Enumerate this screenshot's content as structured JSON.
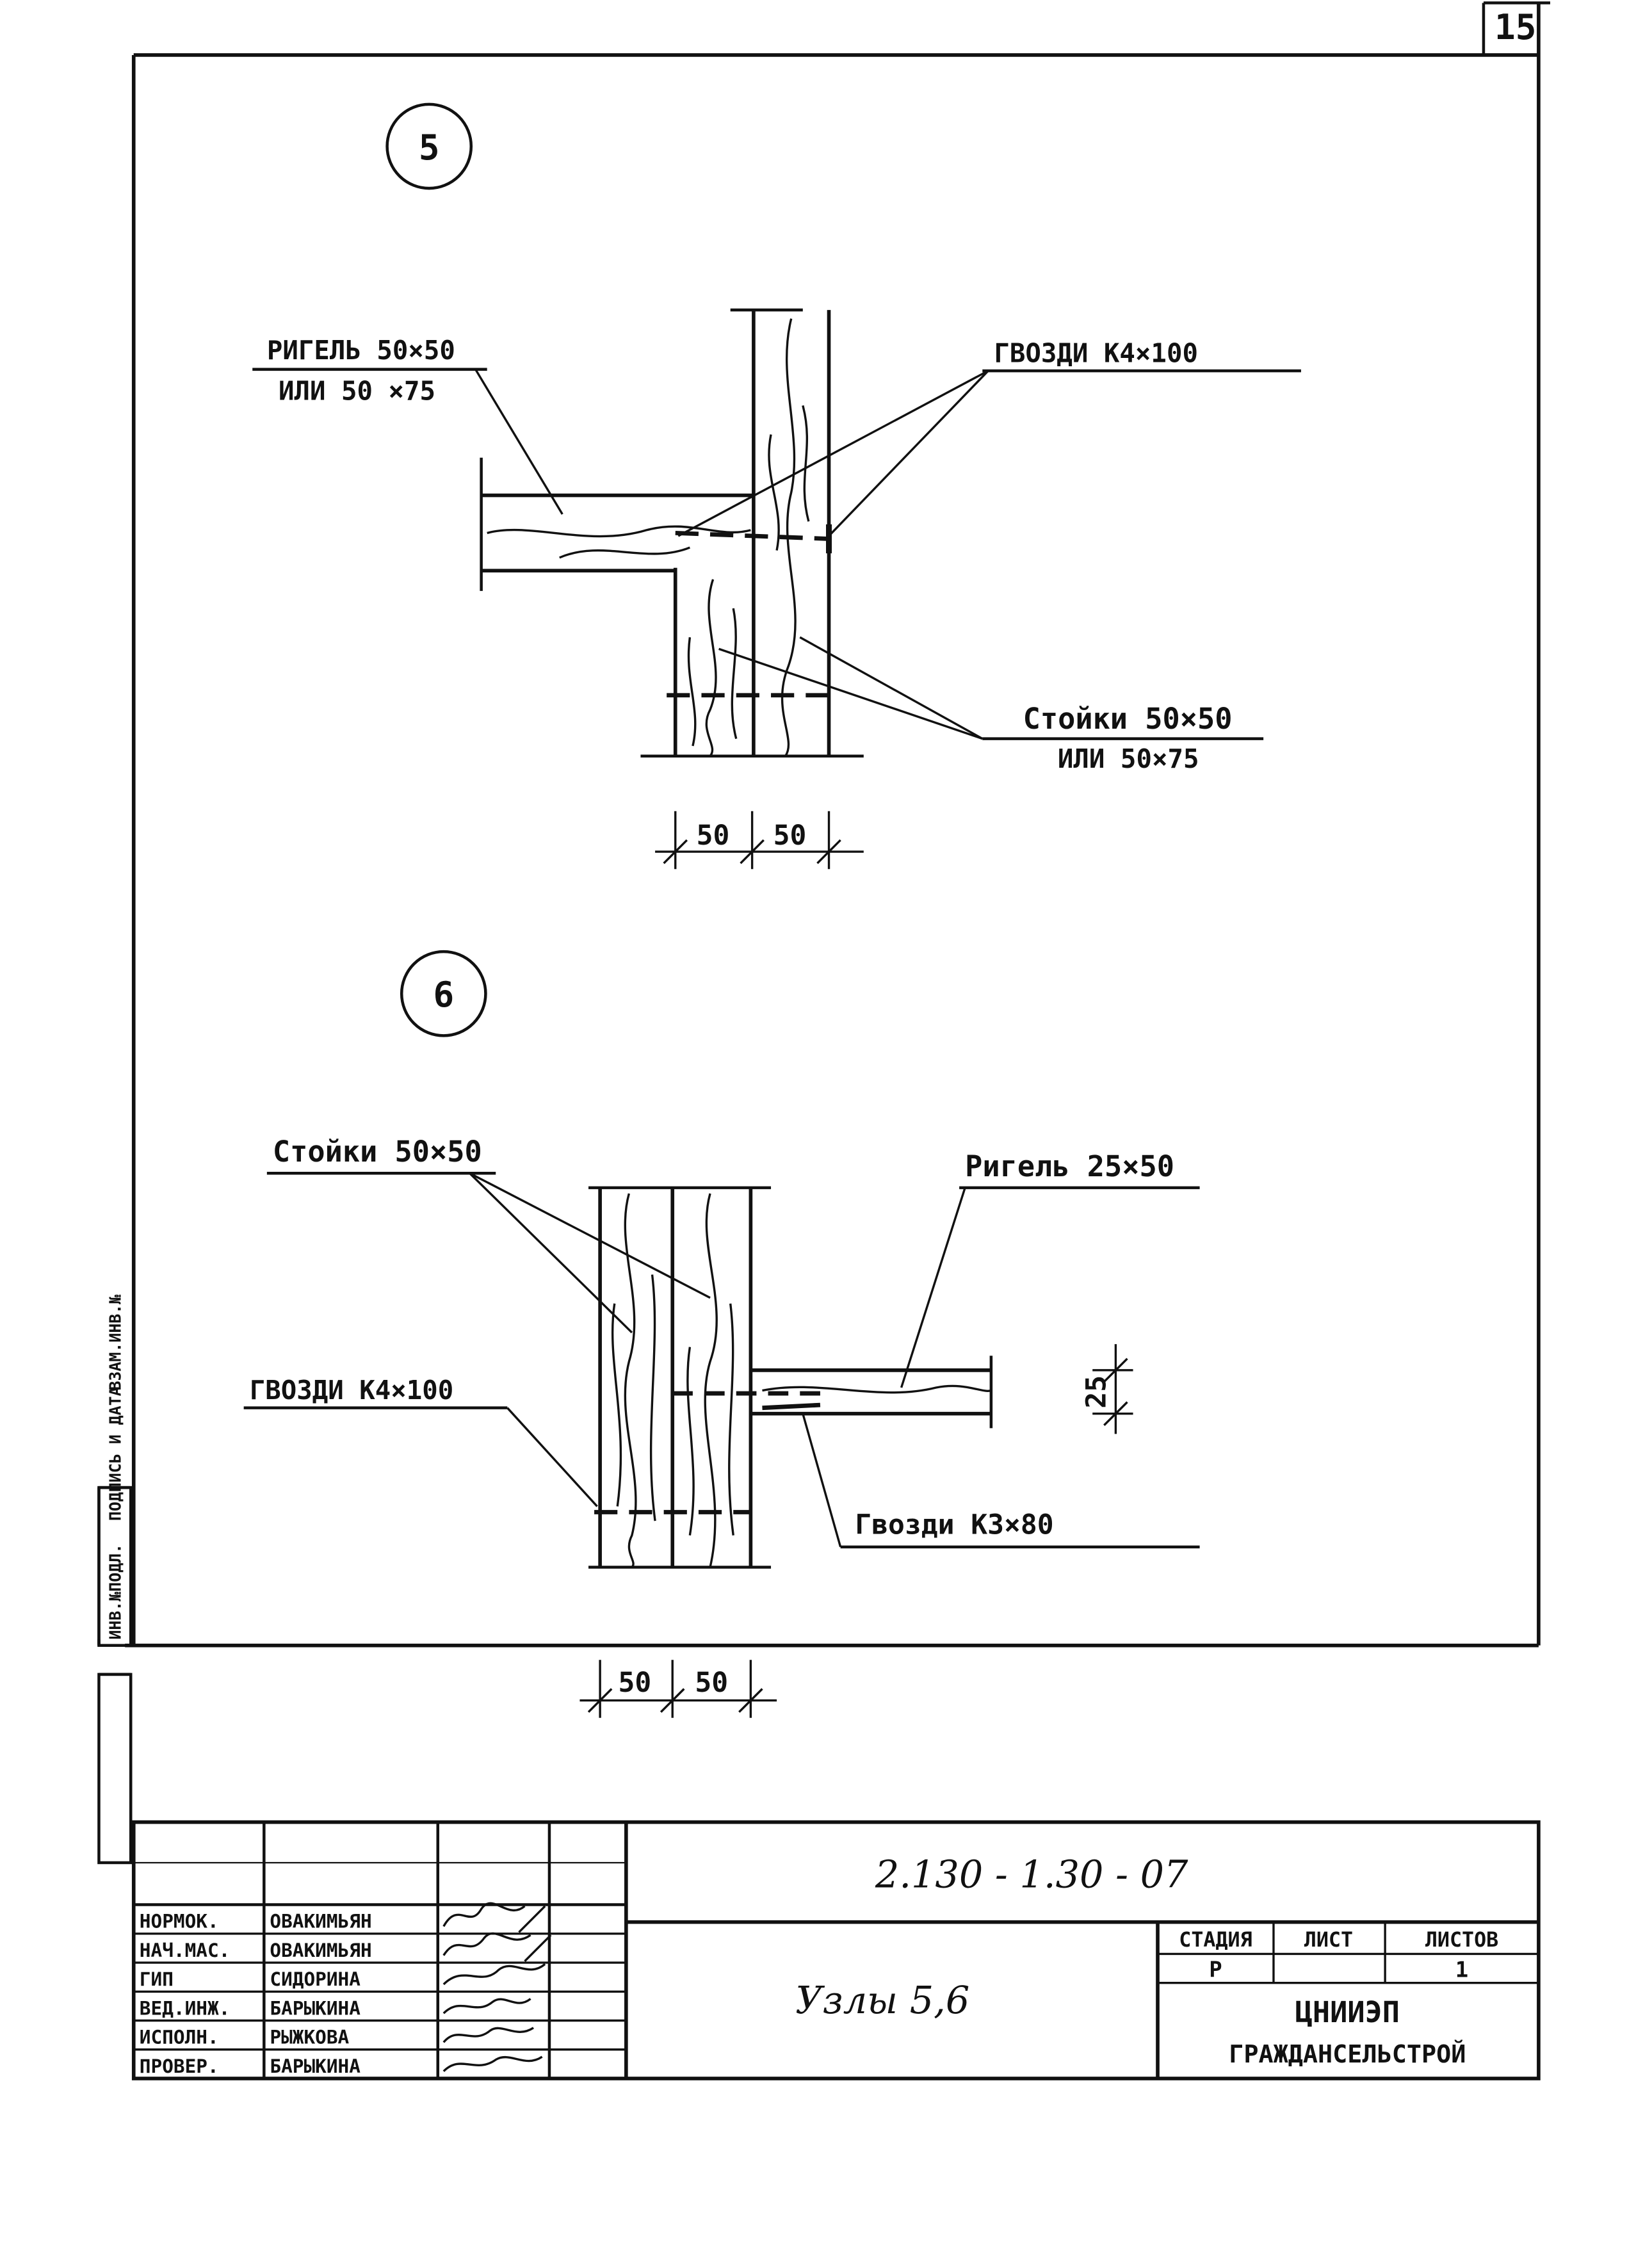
{
  "sheet_number": "15",
  "detail5": {
    "marker": "5",
    "rigel_label": "РИГЕЛЬ 50×50",
    "rigel_label_alt": "ИЛИ 50 ×75",
    "nails_label": "ГВОЗДИ К4×100",
    "posts_label": "Стойки 50×50",
    "posts_label_alt": "ИЛИ 50×75",
    "dims": [
      "50",
      "50"
    ]
  },
  "detail6": {
    "marker": "6",
    "posts_label": "Стойки 50×50",
    "rigel_label": "Ригель 25×50",
    "nails_k4_label": "ГВОЗДИ К4×100",
    "nails_k3_label": "Гвозди К3×80",
    "height_dim": "25",
    "dims": [
      "50",
      "50"
    ]
  },
  "side_stamp": {
    "inv_no": "ИНВ.№ПОДЛ.",
    "signature_date": "ПОДПИСЬ И ДАТА",
    "replace_inv": "ВЗАМ.ИНВ.№"
  },
  "title_block": {
    "doc_code": "2.130 - 1.30 - 07",
    "title": "Узлы 5,6",
    "stage_header": "СТАДИЯ",
    "sheet_header": "ЛИСТ",
    "sheets_header": "ЛИСТОВ",
    "stage_value": "Р",
    "sheet_value": "",
    "sheets_value": "1",
    "org_line1": "ЦНИИЭП",
    "org_line2": "ГРАЖДАНСЕЛЬСТРОЙ",
    "roles": [
      {
        "role": "НОРМОК.",
        "name": "ОВАКИМЬЯН"
      },
      {
        "role": "НАЧ.МАС.",
        "name": "ОВАКИМЬЯН"
      },
      {
        "role": "ГИП",
        "name": "СИДОРИНА"
      },
      {
        "role": "ВЕД.ИНЖ.",
        "name": "БАРЫКИНА"
      },
      {
        "role": "ИСПОЛН.",
        "name": "РЫЖКОВА"
      },
      {
        "role": "ПРОВЕР.",
        "name": "БАРЫКИНА"
      }
    ]
  }
}
